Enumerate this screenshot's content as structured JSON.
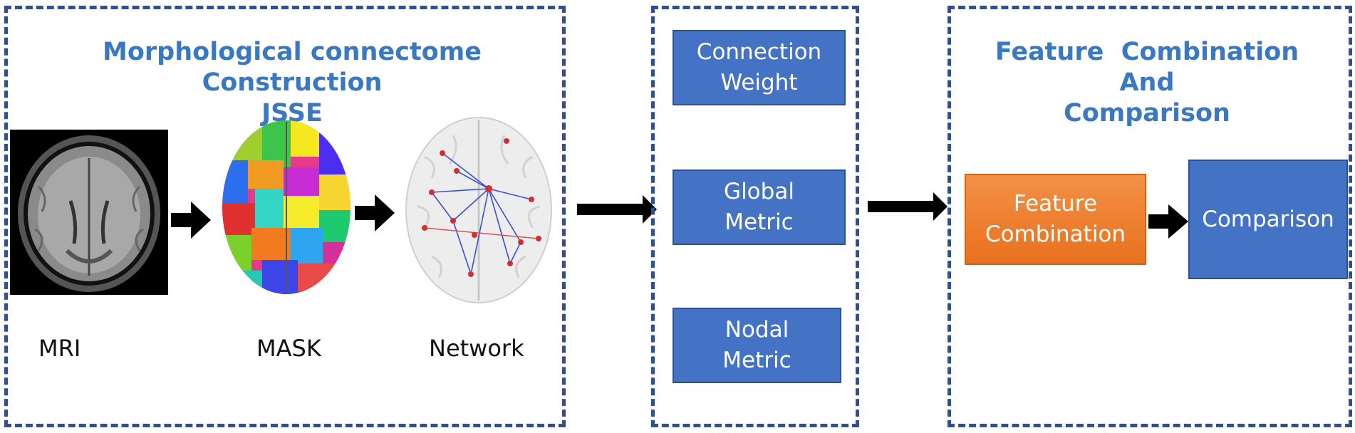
{
  "panel1": {
    "title_lines": [
      "Morphological connectome Construction",
      "JSSE"
    ],
    "labels": {
      "mri": "MRI",
      "mask": "MASK",
      "network": "Network"
    }
  },
  "panel2": {
    "boxes": [
      {
        "lines": [
          "Connection",
          "Weight"
        ]
      },
      {
        "lines": [
          "Global",
          "Metric"
        ]
      },
      {
        "lines": [
          "Nodal",
          "Metric"
        ]
      }
    ]
  },
  "panel3": {
    "title_lines": [
      "Feature  Combination",
      "And",
      "Comparison"
    ],
    "feature_box": [
      "Feature",
      "Combination"
    ],
    "comparison_box": "Comparison"
  },
  "colors": {
    "title": "#3a78c2",
    "box_blue": "#4472c4",
    "box_orange": "#ed7d31",
    "border": "#2f4f8f"
  }
}
